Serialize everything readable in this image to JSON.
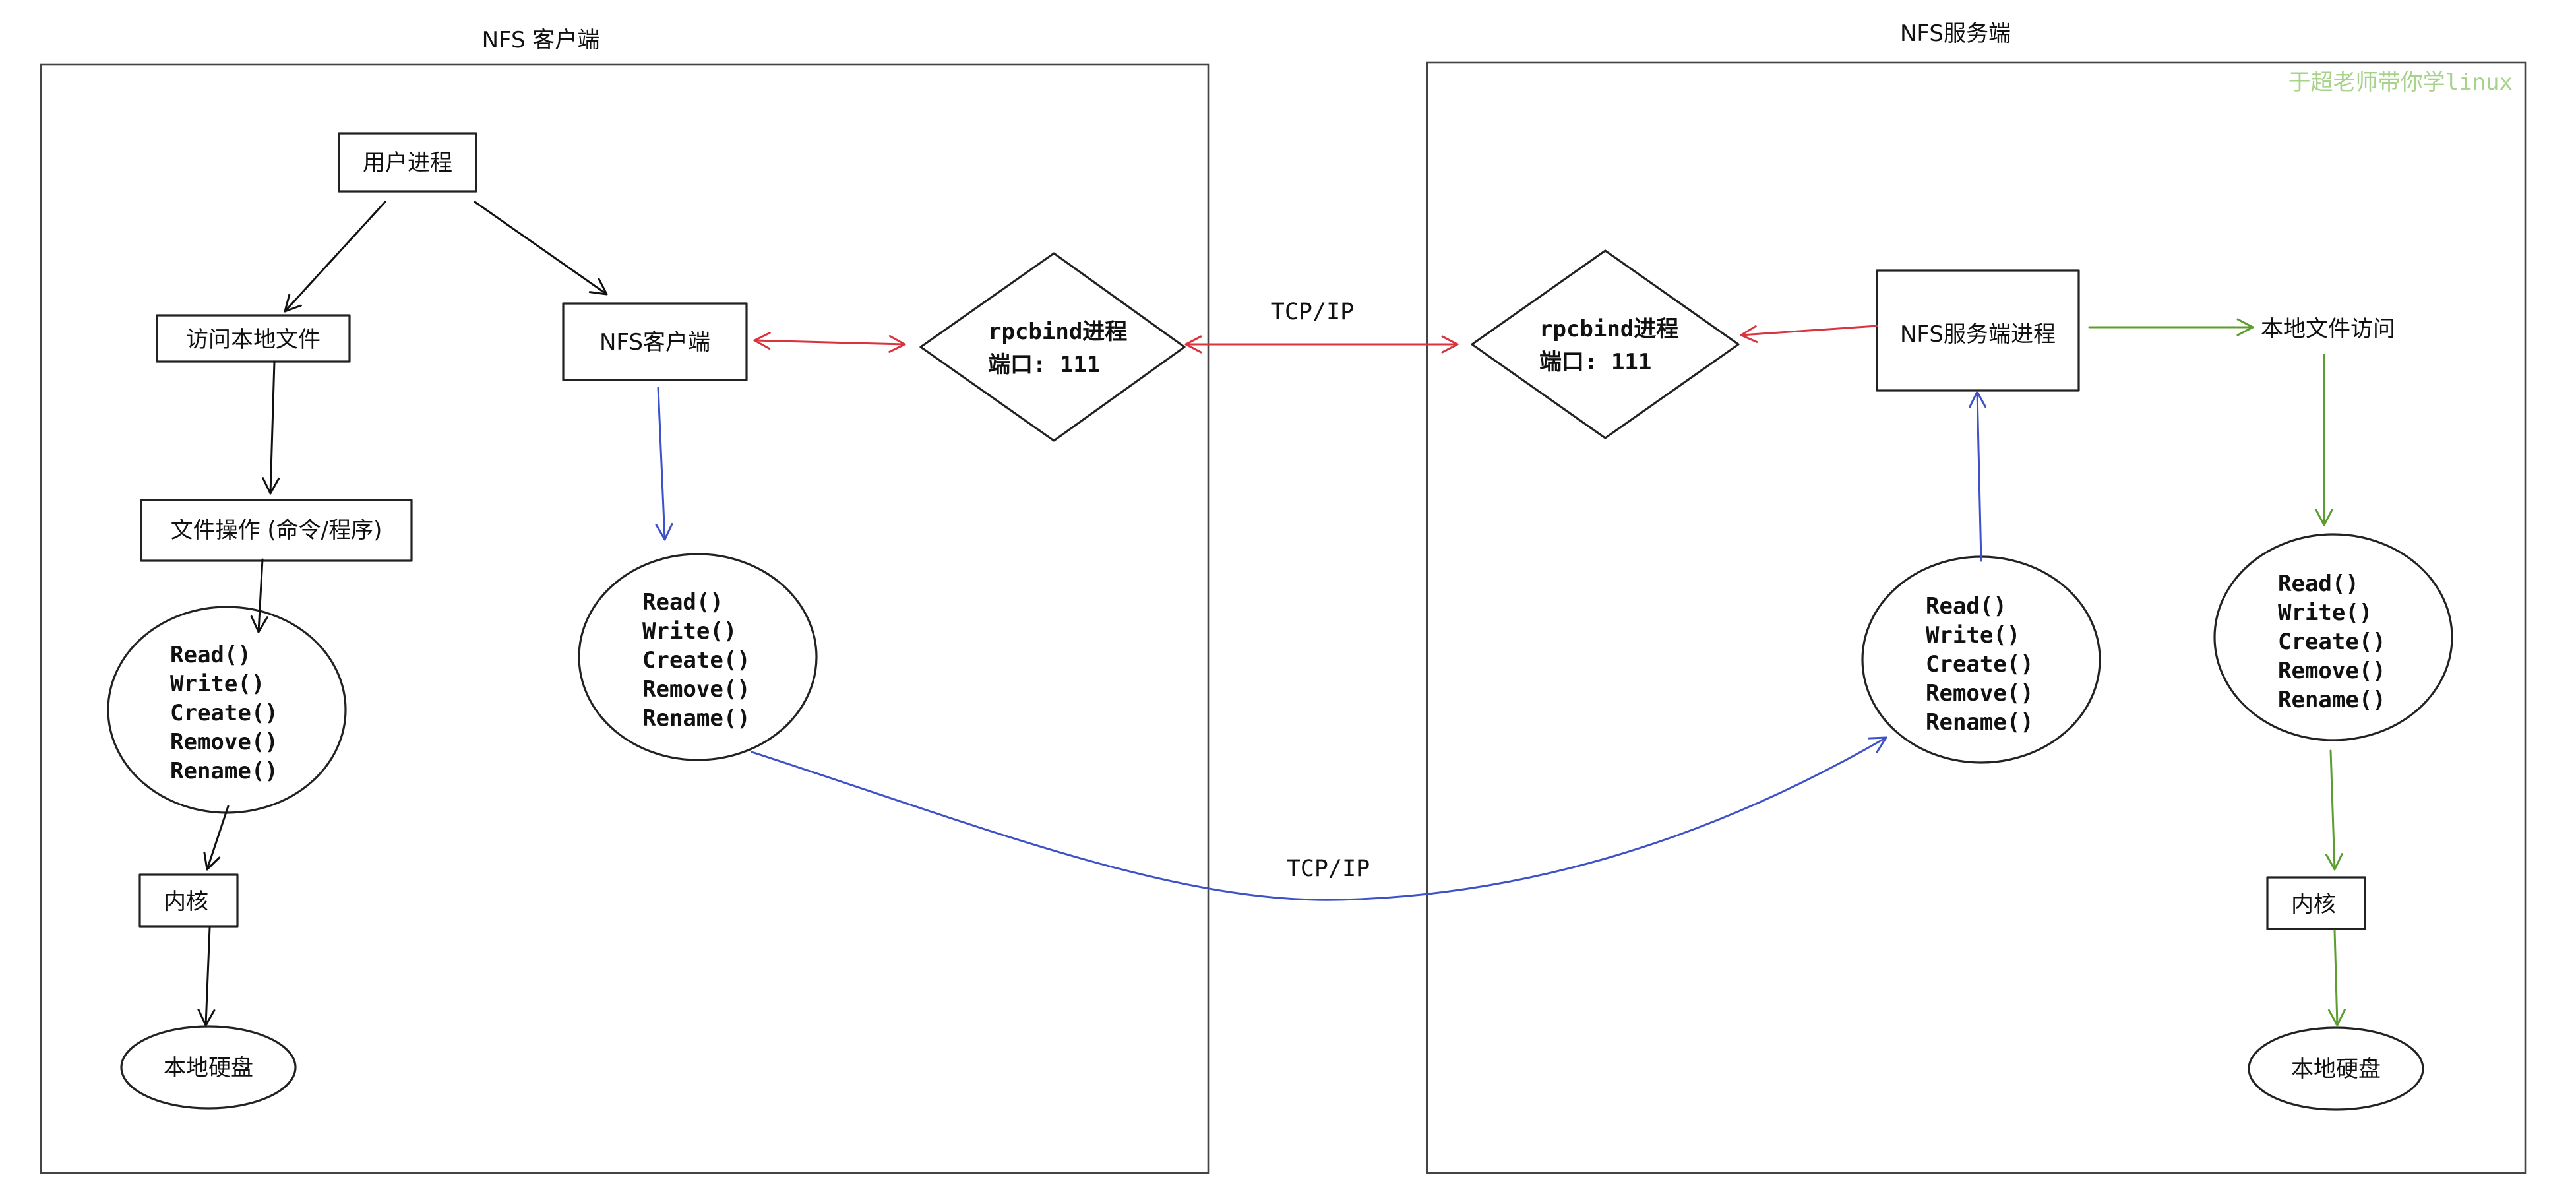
{
  "client": {
    "title": "NFS 客户端",
    "user_process": "用户进程",
    "local_access": "访问本地文件",
    "file_ops": "文件操作 (命令/程序)",
    "nfs_client": "NFS客户端",
    "kernel": "内核",
    "disk": "本地硬盘",
    "rpcbind": {
      "line1": "rpcbind进程",
      "line2": "端口: 111"
    }
  },
  "server": {
    "title": "NFS服务端",
    "watermark": "于超老师带你学linux",
    "process": "NFS服务端进程",
    "local_access": "本地文件访问",
    "kernel": "内核",
    "disk": "本地硬盘",
    "rpcbind": {
      "line1": "rpcbind进程",
      "line2": "端口: 111"
    }
  },
  "calls": [
    "Read()",
    "Write()",
    "Create()",
    "Remove()",
    "Rename()"
  ],
  "links": {
    "rpc_label": "TCP/IP",
    "data_label": "TCP/IP"
  },
  "colors": {
    "rpc": "#d9333d",
    "nfs_flow": "#3d52c8",
    "local_flow": "#5c9e2e",
    "default": "#111111"
  }
}
